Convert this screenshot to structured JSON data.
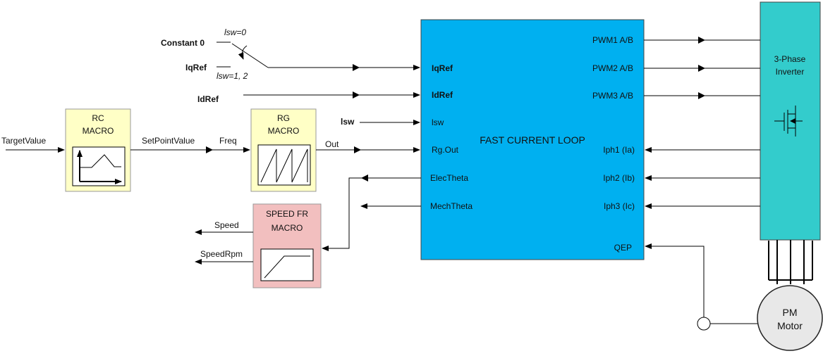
{
  "colors": {
    "macro_yellow": "#FFFFC6",
    "speed_pink": "#F2BFBF",
    "fcl_blue": "#00B0F0",
    "inverter_teal": "#33CCCC",
    "motor_gray": "#E8E8E8"
  },
  "inputs": {
    "target_value": "TargetValue",
    "set_point_value": "SetPointValue",
    "freq": "Freq",
    "out": "Out",
    "constant0": "Constant 0",
    "iqref": "IqRef",
    "idref": "IdRef",
    "lsw": "lsw",
    "lsw0": "lsw=0",
    "lsw12": "lsw=1, 2",
    "speed": "Speed",
    "speed_rpm": "SpeedRpm"
  },
  "rc_macro": {
    "line1": "RC",
    "line2": "MACRO"
  },
  "rg_macro": {
    "line1": "RG",
    "line2": "MACRO"
  },
  "speed_macro": {
    "line1": "SPEED FR",
    "line2": "MACRO"
  },
  "fcl": {
    "title": "FAST CURRENT LOOP",
    "in_iqref": "IqRef",
    "in_idref": "IdRef",
    "in_lsw": "lsw",
    "in_rgout": "Rg.Out",
    "out_elec": "ElecTheta",
    "out_mech": "MechTheta",
    "pwm1": "PWM1 A/B",
    "pwm2": "PWM2 A/B",
    "pwm3": "PWM3 A/B",
    "iph1": "Iph1 (Ia)",
    "iph2": "Iph2 (Ib)",
    "iph3": "Iph3 (Ic)",
    "qep": "QEP"
  },
  "inverter": {
    "line1": "3-Phase",
    "line2": "Inverter"
  },
  "motor": {
    "line1": "PM",
    "line2": "Motor"
  }
}
